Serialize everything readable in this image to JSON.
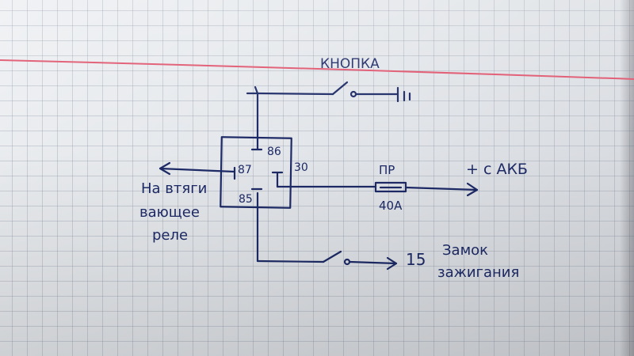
{
  "diagram": {
    "button_label": "КНОПКА",
    "pins": {
      "p86": "86",
      "p87": "87",
      "p85": "85",
      "p30": "30"
    },
    "fuse_label": "ПР",
    "fuse_rating": "40А",
    "battery_label": "+ с АКБ",
    "relay_label_line1": "На втяги",
    "relay_label_line2": "вающее",
    "relay_label_line3": "реле",
    "ignition_label_num": "15",
    "ignition_label_line1": "Замок",
    "ignition_label_line2": "зажигания"
  },
  "colors": {
    "ink": "#1d2a66",
    "margin_line": "#e0566f",
    "grid": "#8a93a6"
  }
}
